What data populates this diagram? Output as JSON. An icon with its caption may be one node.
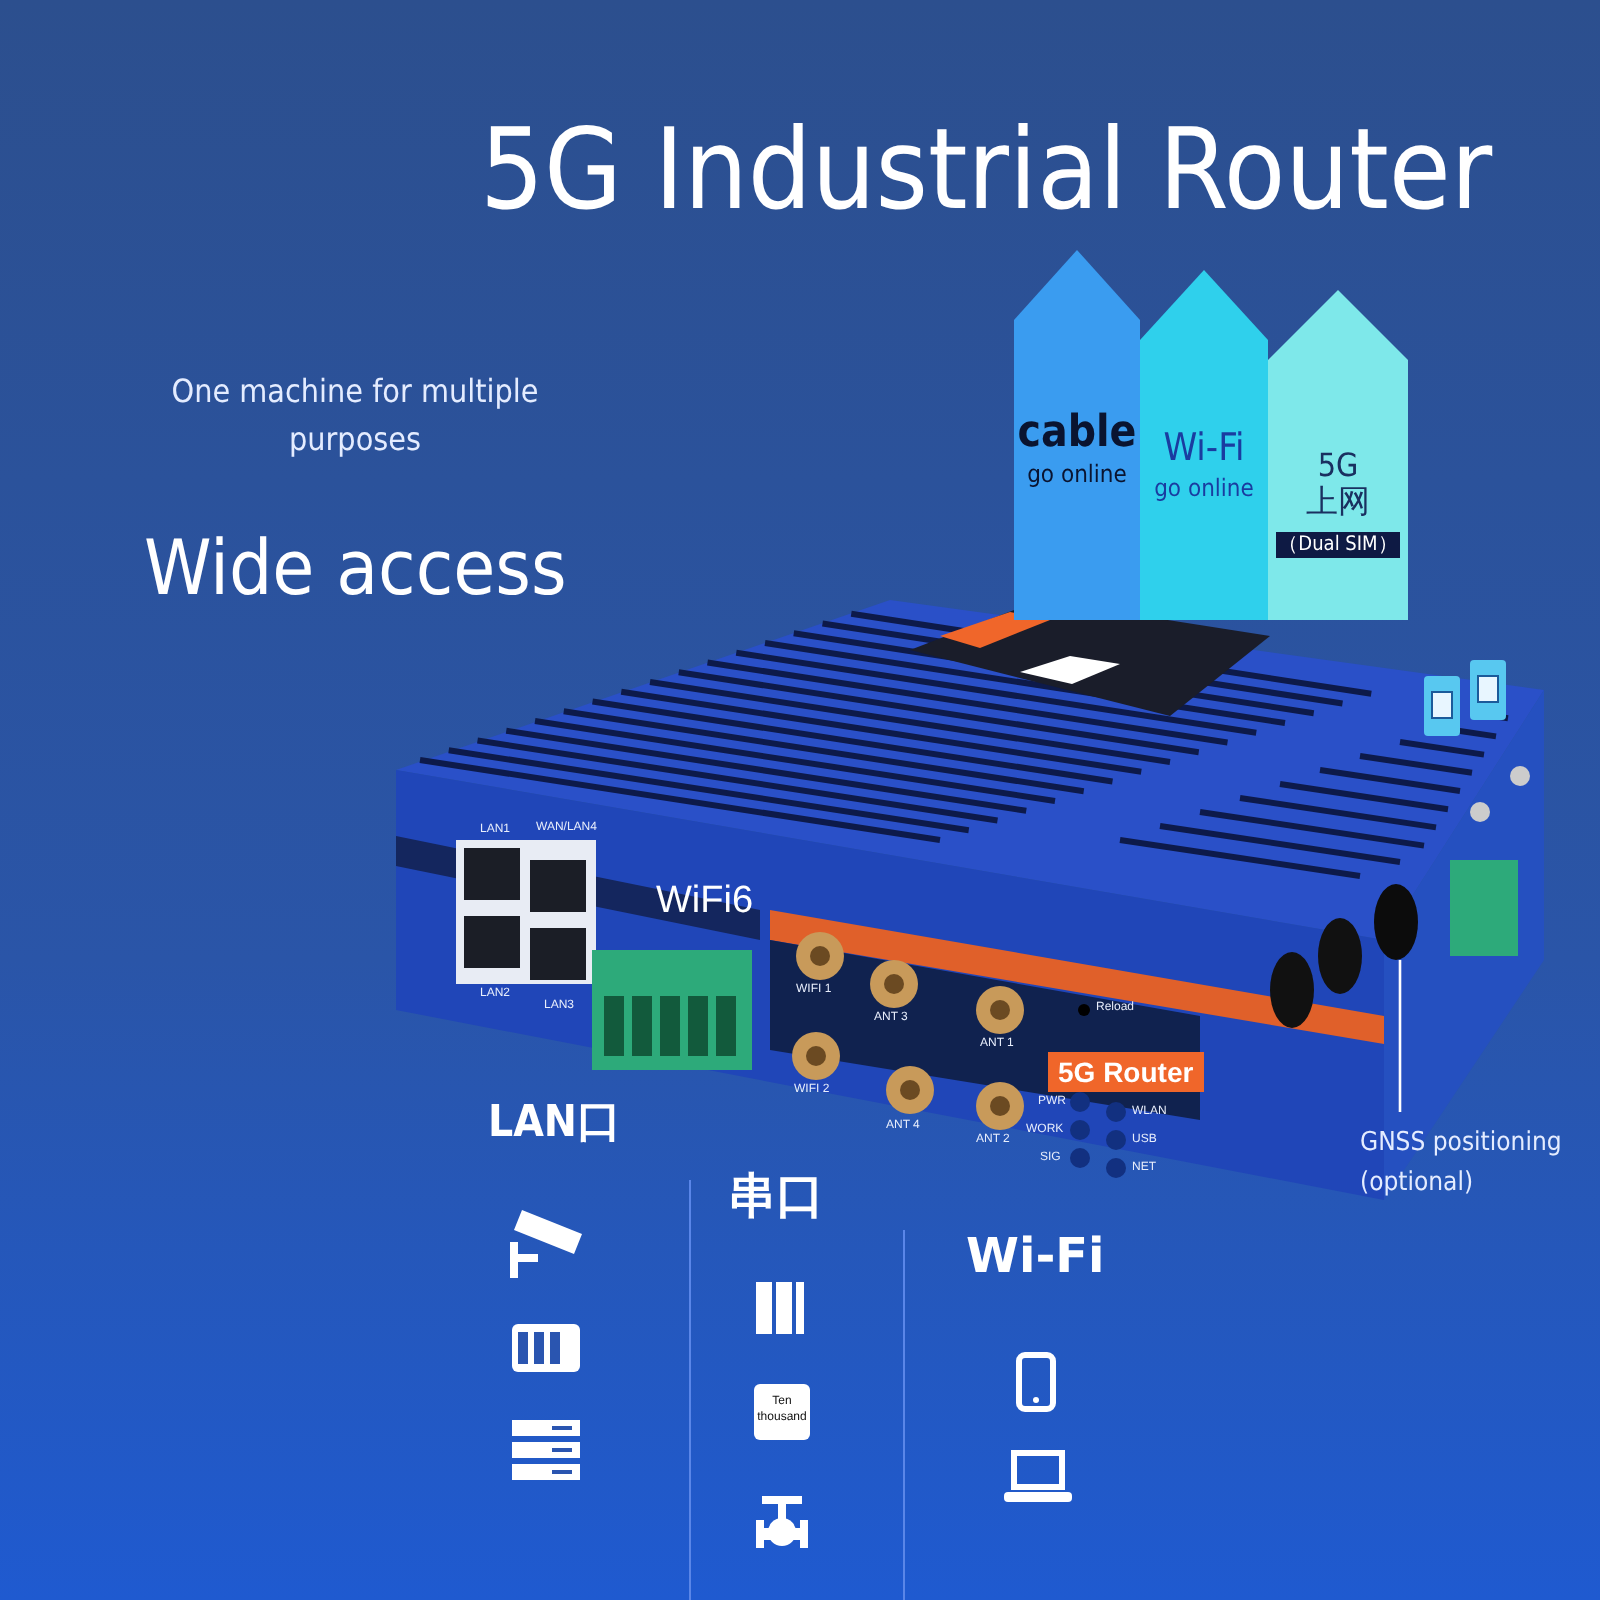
{
  "diagram": {
    "title": "5G Industrial Router",
    "nodes": [
      {
        "text": [
          "cable",
          "go online"
        ]
      },
      {
        "text": [
          "Wi-Fi",
          "go online"
        ]
      },
      {
        "text": [
          "5G 上网",
          "（Dual SIM）"
        ]
      },
      {
        "text": [
          "GNSS positioning (optional)"
        ]
      },
      {
        "text": [],
        "shape": "circle"
      }
    ],
    "edges": [
      {
        "from": 3,
        "to": 4,
        "arrow": "none"
      }
    ],
    "labels": [
      "One machine for multiple purposes",
      "Wide access",
      "LAN1",
      "WAN/LAN4",
      "LAN2",
      "LAN3",
      "WiFi6",
      "WIFI 1",
      "ANT 3",
      "ANT 1",
      "Reload",
      "WIFI 2",
      "ANT 4",
      "ANT 2",
      "5G Router",
      "PWR",
      "WORK",
      "SIG",
      "WLAN",
      "USB",
      "NET",
      "LAN口",
      "串口",
      "Wi-Fi",
      "Ten thousand"
    ]
  }
}
